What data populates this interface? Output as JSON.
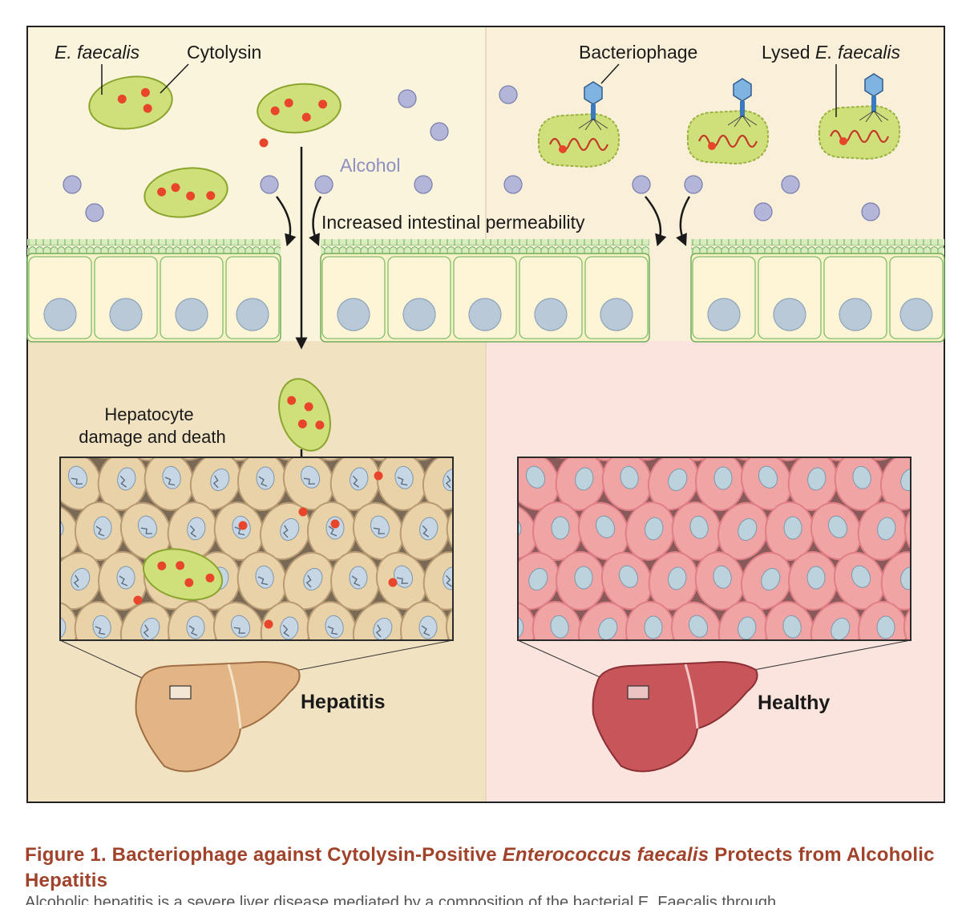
{
  "labels": {
    "e_faecalis": "E. faecalis",
    "cytolysin": "Cytolysin",
    "bacteriophage": "Bacteriophage",
    "lysed_prefix": "Lysed ",
    "lysed_species": "E. faecalis",
    "alcohol": "Alcohol",
    "permeability": "Increased intestinal permeability",
    "damage_line1": "Hepatocyte",
    "damage_line2": "damage and death",
    "hepatitis": "Hepatitis",
    "healthy": "Healthy"
  },
  "caption": {
    "part1": "Figure 1. Bacteriophage against Cytolysin-Positive ",
    "species": "Enterococcus faecalis",
    "part2": " Protects from Alcoholic Hepatitis",
    "cut_line": "Alcoholic hepatitis is a severe liver disease mediated by a composition of the bacterial E. Faecalis through"
  },
  "colors": {
    "left_top_bg": "#fbf4dc",
    "right_top_bg": "#faf0da",
    "left_bottom_bg": "#f1e3c2",
    "right_bottom_bg": "#fbe4dd",
    "bacterium": "#cfe07a",
    "cytolysin_dot": "#e8452a",
    "alcohol_dot": "#b3b6d8",
    "caption": "#a0432a",
    "diseased_cell": "#e9d1a8",
    "healthy_cell": "#f0a4a4",
    "liver_hepatitis": "#e3b585",
    "liver_healthy": "#c8555a"
  }
}
